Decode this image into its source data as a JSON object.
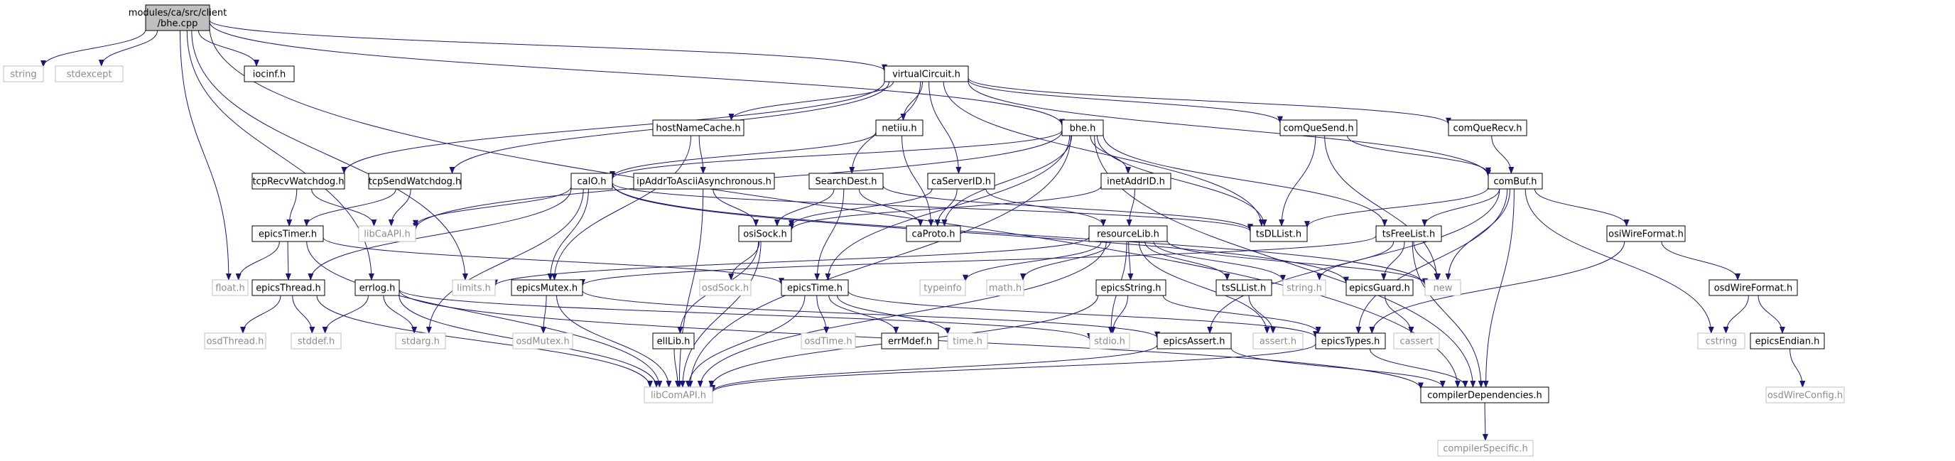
{
  "graph": {
    "nodes": [
      {
        "id": "bhe_cpp",
        "lines": [
          "modules/ca/src/client",
          "/bhe.cpp"
        ],
        "kind": "root"
      },
      {
        "id": "string",
        "lines": [
          "string"
        ],
        "kind": "external"
      },
      {
        "id": "stdexcept",
        "lines": [
          "stdexcept"
        ],
        "kind": "external"
      },
      {
        "id": "iocinf_h",
        "lines": [
          "iocinf.h"
        ],
        "kind": "file"
      },
      {
        "id": "virtualCircuit_h",
        "lines": [
          "virtualCircuit.h"
        ],
        "kind": "file"
      },
      {
        "id": "float_h",
        "lines": [
          "float.h"
        ],
        "kind": "external"
      },
      {
        "id": "limits_h",
        "lines": [
          "limits.h"
        ],
        "kind": "external"
      },
      {
        "id": "errlog_h",
        "lines": [
          "errlog.h"
        ],
        "kind": "file"
      },
      {
        "id": "bhe_h",
        "lines": [
          "bhe.h"
        ],
        "kind": "file"
      },
      {
        "id": "tcpRecvWatchdog_h",
        "lines": [
          "tcpRecvWatchdog.h"
        ],
        "kind": "file"
      },
      {
        "id": "tcpSendWatchdog_h",
        "lines": [
          "tcpSendWatchdog.h"
        ],
        "kind": "file"
      },
      {
        "id": "hostNameCache_h",
        "lines": [
          "hostNameCache.h"
        ],
        "kind": "file"
      },
      {
        "id": "netiiu_h",
        "lines": [
          "netiiu.h"
        ],
        "kind": "file"
      },
      {
        "id": "SearchDest_h",
        "lines": [
          "SearchDest.h"
        ],
        "kind": "file"
      },
      {
        "id": "caServerID_h",
        "lines": [
          "caServerID.h"
        ],
        "kind": "file"
      },
      {
        "id": "comQueSend_h",
        "lines": [
          "comQueSend.h"
        ],
        "kind": "file"
      },
      {
        "id": "comQueRecv_h",
        "lines": [
          "comQueRecv.h"
        ],
        "kind": "file"
      },
      {
        "id": "caIO_h",
        "lines": [
          "caIO.h"
        ],
        "kind": "file"
      },
      {
        "id": "ipAddrToAsciiAsynchronous_h",
        "lines": [
          "ipAddrToAsciiAsynchronous.h"
        ],
        "kind": "file"
      },
      {
        "id": "inetAddrID_h",
        "lines": [
          "inetAddrID.h"
        ],
        "kind": "file"
      },
      {
        "id": "comBuf_h",
        "lines": [
          "comBuf.h"
        ],
        "kind": "file"
      },
      {
        "id": "epicsTimer_h",
        "lines": [
          "epicsTimer.h"
        ],
        "kind": "file"
      },
      {
        "id": "libCaAPI_h",
        "lines": [
          "libCaAPI.h"
        ],
        "kind": "external"
      },
      {
        "id": "osiSock_h",
        "lines": [
          "osiSock.h"
        ],
        "kind": "file"
      },
      {
        "id": "caProto_h",
        "lines": [
          "caProto.h"
        ],
        "kind": "file"
      },
      {
        "id": "resourceLib_h",
        "lines": [
          "resourceLib.h"
        ],
        "kind": "file"
      },
      {
        "id": "tsDLList_h",
        "lines": [
          "tsDLList.h"
        ],
        "kind": "file"
      },
      {
        "id": "tsFreeList_h",
        "lines": [
          "tsFreeList.h"
        ],
        "kind": "file"
      },
      {
        "id": "osiWireFormat_h",
        "lines": [
          "osiWireFormat.h"
        ],
        "kind": "file"
      },
      {
        "id": "epicsThread_h",
        "lines": [
          "epicsThread.h"
        ],
        "kind": "file"
      },
      {
        "id": "epicsMutex_h",
        "lines": [
          "epicsMutex.h"
        ],
        "kind": "file"
      },
      {
        "id": "osdSock_h",
        "lines": [
          "osdSock.h"
        ],
        "kind": "external"
      },
      {
        "id": "epicsTime_h",
        "lines": [
          "epicsTime.h"
        ],
        "kind": "file"
      },
      {
        "id": "typeinfo",
        "lines": [
          "typeinfo"
        ],
        "kind": "external"
      },
      {
        "id": "math_h",
        "lines": [
          "math.h"
        ],
        "kind": "external"
      },
      {
        "id": "epicsString_h",
        "lines": [
          "epicsString.h"
        ],
        "kind": "file"
      },
      {
        "id": "tsSLList_h",
        "lines": [
          "tsSLList.h"
        ],
        "kind": "file"
      },
      {
        "id": "string_h",
        "lines": [
          "string.h"
        ],
        "kind": "external"
      },
      {
        "id": "epicsGuard_h",
        "lines": [
          "epicsGuard.h"
        ],
        "kind": "file"
      },
      {
        "id": "new",
        "lines": [
          "new"
        ],
        "kind": "external"
      },
      {
        "id": "osdWireFormat_h",
        "lines": [
          "osdWireFormat.h"
        ],
        "kind": "file"
      },
      {
        "id": "osdThread_h",
        "lines": [
          "osdThread.h"
        ],
        "kind": "external"
      },
      {
        "id": "stddef_h",
        "lines": [
          "stddef.h"
        ],
        "kind": "external"
      },
      {
        "id": "stdarg_h",
        "lines": [
          "stdarg.h"
        ],
        "kind": "external"
      },
      {
        "id": "osdMutex_h",
        "lines": [
          "osdMutex.h"
        ],
        "kind": "external"
      },
      {
        "id": "ellLib_h",
        "lines": [
          "ellLib.h"
        ],
        "kind": "file"
      },
      {
        "id": "osdTime_h",
        "lines": [
          "osdTime.h"
        ],
        "kind": "external"
      },
      {
        "id": "errMdef_h",
        "lines": [
          "errMdef.h"
        ],
        "kind": "file"
      },
      {
        "id": "time_h",
        "lines": [
          "time.h"
        ],
        "kind": "external"
      },
      {
        "id": "stdio_h",
        "lines": [
          "stdio.h"
        ],
        "kind": "external"
      },
      {
        "id": "epicsAssert_h",
        "lines": [
          "epicsAssert.h"
        ],
        "kind": "file"
      },
      {
        "id": "assert_h",
        "lines": [
          "assert.h"
        ],
        "kind": "external"
      },
      {
        "id": "cassert",
        "lines": [
          "cassert"
        ],
        "kind": "external"
      },
      {
        "id": "epicsTypes_h",
        "lines": [
          "epicsTypes.h"
        ],
        "kind": "file"
      },
      {
        "id": "cstring",
        "lines": [
          "cstring"
        ],
        "kind": "external"
      },
      {
        "id": "epicsEndian_h",
        "lines": [
          "epicsEndian.h"
        ],
        "kind": "file"
      },
      {
        "id": "libComAPI_h",
        "lines": [
          "libComAPI.h"
        ],
        "kind": "external"
      },
      {
        "id": "compilerDependencies_h",
        "lines": [
          "compilerDependencies.h"
        ],
        "kind": "file"
      },
      {
        "id": "osdWireConfig_h",
        "lines": [
          "osdWireConfig.h"
        ],
        "kind": "external"
      },
      {
        "id": "compilerSpecific_h",
        "lines": [
          "compilerSpecific.h"
        ],
        "kind": "external"
      }
    ],
    "edges": [
      [
        "bhe_cpp",
        "string"
      ],
      [
        "bhe_cpp",
        "stdexcept"
      ],
      [
        "bhe_cpp",
        "iocinf_h"
      ],
      [
        "bhe_cpp",
        "virtualCircuit_h"
      ],
      [
        "bhe_cpp",
        "bhe_h"
      ],
      [
        "bhe_cpp",
        "float_h"
      ],
      [
        "bhe_cpp",
        "limits_h"
      ],
      [
        "bhe_cpp",
        "errlog_h"
      ],
      [
        "bhe_cpp",
        "compilerDependencies_h"
      ],
      [
        "virtualCircuit_h",
        "tcpRecvWatchdog_h"
      ],
      [
        "virtualCircuit_h",
        "tcpSendWatchdog_h"
      ],
      [
        "virtualCircuit_h",
        "hostNameCache_h"
      ],
      [
        "virtualCircuit_h",
        "netiiu_h"
      ],
      [
        "virtualCircuit_h",
        "SearchDest_h"
      ],
      [
        "virtualCircuit_h",
        "caServerID_h"
      ],
      [
        "virtualCircuit_h",
        "comQueSend_h"
      ],
      [
        "virtualCircuit_h",
        "comQueRecv_h"
      ],
      [
        "virtualCircuit_h",
        "tsDLList_h"
      ],
      [
        "virtualCircuit_h",
        "comBuf_h"
      ],
      [
        "bhe_h",
        "caIO_h"
      ],
      [
        "bhe_h",
        "inetAddrID_h"
      ],
      [
        "bhe_h",
        "libCaAPI_h"
      ],
      [
        "bhe_h",
        "caProto_h"
      ],
      [
        "bhe_h",
        "tsDLList_h"
      ],
      [
        "bhe_h",
        "tsFreeList_h"
      ],
      [
        "bhe_h",
        "epicsTime_h"
      ],
      [
        "bhe_h",
        "compilerDependencies_h"
      ],
      [
        "bhe_h",
        "libComAPI_h"
      ],
      [
        "tcpRecvWatchdog_h",
        "epicsTimer_h"
      ],
      [
        "tcpRecvWatchdog_h",
        "libCaAPI_h"
      ],
      [
        "tcpSendWatchdog_h",
        "epicsTimer_h"
      ],
      [
        "tcpSendWatchdog_h",
        "libCaAPI_h"
      ],
      [
        "hostNameCache_h",
        "ipAddrToAsciiAsynchronous_h"
      ],
      [
        "hostNameCache_h",
        "epicsMutex_h"
      ],
      [
        "netiiu_h",
        "caIO_h"
      ],
      [
        "netiiu_h",
        "caProto_h"
      ],
      [
        "SearchDest_h",
        "osiSock_h"
      ],
      [
        "SearchDest_h",
        "caProto_h"
      ],
      [
        "SearchDest_h",
        "epicsTime_h"
      ],
      [
        "SearchDest_h",
        "tsDLList_h"
      ],
      [
        "caServerID_h",
        "osiSock_h"
      ],
      [
        "caServerID_h",
        "caProto_h"
      ],
      [
        "caServerID_h",
        "resourceLib_h"
      ],
      [
        "comQueSend_h",
        "tsDLList_h"
      ],
      [
        "comQueSend_h",
        "comBuf_h"
      ],
      [
        "comQueSend_h",
        "new"
      ],
      [
        "comQueRecv_h",
        "comBuf_h"
      ],
      [
        "caIO_h",
        "libCaAPI_h"
      ],
      [
        "caIO_h",
        "epicsThread_h"
      ],
      [
        "caIO_h",
        "epicsMutex_h"
      ],
      [
        "caIO_h",
        "stdarg_h"
      ],
      [
        "caIO_h",
        "tsDLList_h"
      ],
      [
        "caIO_h",
        "new"
      ],
      [
        "caIO_h",
        "epicsGuard_h"
      ],
      [
        "ipAddrToAsciiAsynchronous_h",
        "osiSock_h"
      ],
      [
        "ipAddrToAsciiAsynchronous_h",
        "libComAPI_h"
      ],
      [
        "inetAddrID_h",
        "osiSock_h"
      ],
      [
        "inetAddrID_h",
        "resourceLib_h"
      ],
      [
        "comBuf_h",
        "tsDLList_h"
      ],
      [
        "comBuf_h",
        "tsFreeList_h"
      ],
      [
        "comBuf_h",
        "osiWireFormat_h"
      ],
      [
        "comBuf_h",
        "new"
      ],
      [
        "comBuf_h",
        "cstring"
      ],
      [
        "comBuf_h",
        "epicsAssert_h"
      ],
      [
        "comBuf_h",
        "epicsTypes_h"
      ],
      [
        "comBuf_h",
        "compilerDependencies_h"
      ],
      [
        "epicsTimer_h",
        "float_h"
      ],
      [
        "epicsTimer_h",
        "epicsThread_h"
      ],
      [
        "epicsTimer_h",
        "epicsTime_h"
      ],
      [
        "epicsTimer_h",
        "libComAPI_h"
      ],
      [
        "osiSock_h",
        "ellLib_h"
      ],
      [
        "osiSock_h",
        "osdSock_h"
      ],
      [
        "osiSock_h",
        "libComAPI_h"
      ],
      [
        "resourceLib_h",
        "limits_h"
      ],
      [
        "resourceLib_h",
        "typeinfo"
      ],
      [
        "resourceLib_h",
        "math_h"
      ],
      [
        "resourceLib_h",
        "epicsString_h"
      ],
      [
        "resourceLib_h",
        "tsSLList_h"
      ],
      [
        "resourceLib_h",
        "string_h"
      ],
      [
        "resourceLib_h",
        "new"
      ],
      [
        "resourceLib_h",
        "stdio_h"
      ],
      [
        "resourceLib_h",
        "assert_h"
      ],
      [
        "resourceLib_h",
        "libComAPI_h"
      ],
      [
        "tsFreeList_h",
        "epicsMutex_h"
      ],
      [
        "tsFreeList_h",
        "epicsGuard_h"
      ],
      [
        "tsFreeList_h",
        "string_h"
      ],
      [
        "tsFreeList_h",
        "new"
      ],
      [
        "tsFreeList_h",
        "compilerDependencies_h"
      ],
      [
        "osiWireFormat_h",
        "osdWireFormat_h"
      ],
      [
        "osiWireFormat_h",
        "epicsTypes_h"
      ],
      [
        "epicsThread_h",
        "osdThread_h"
      ],
      [
        "epicsThread_h",
        "stddef_h"
      ],
      [
        "epicsThread_h",
        "libComAPI_h"
      ],
      [
        "epicsMutex_h",
        "osdMutex_h"
      ],
      [
        "epicsMutex_h",
        "epicsAssert_h"
      ],
      [
        "epicsMutex_h",
        "libComAPI_h"
      ],
      [
        "epicsTime_h",
        "osdTime_h"
      ],
      [
        "epicsTime_h",
        "errMdef_h"
      ],
      [
        "epicsTime_h",
        "time_h"
      ],
      [
        "epicsTime_h",
        "epicsTypes_h"
      ],
      [
        "epicsTime_h",
        "libComAPI_h"
      ],
      [
        "errlog_h",
        "stddef_h"
      ],
      [
        "errlog_h",
        "stdarg_h"
      ],
      [
        "errlog_h",
        "stdio_h"
      ],
      [
        "errlog_h",
        "compilerDependencies_h"
      ],
      [
        "errlog_h",
        "libComAPI_h"
      ],
      [
        "epicsString_h",
        "stdio_h"
      ],
      [
        "epicsString_h",
        "epicsTypes_h"
      ],
      [
        "epicsString_h",
        "libComAPI_h"
      ],
      [
        "tsSLList_h",
        "assert_h"
      ],
      [
        "epicsGuard_h",
        "cassert"
      ],
      [
        "osdWireFormat_h",
        "cstring"
      ],
      [
        "osdWireFormat_h",
        "epicsEndian_h"
      ],
      [
        "epicsEndian_h",
        "osdWireConfig_h"
      ],
      [
        "ellLib_h",
        "libComAPI_h"
      ],
      [
        "epicsAssert_h",
        "libComAPI_h"
      ],
      [
        "epicsAssert_h",
        "compilerDependencies_h"
      ],
      [
        "epicsTypes_h",
        "libComAPI_h"
      ],
      [
        "epicsTypes_h",
        "compilerDependencies_h"
      ],
      [
        "compilerDependencies_h",
        "compilerSpecific_h"
      ]
    ]
  }
}
